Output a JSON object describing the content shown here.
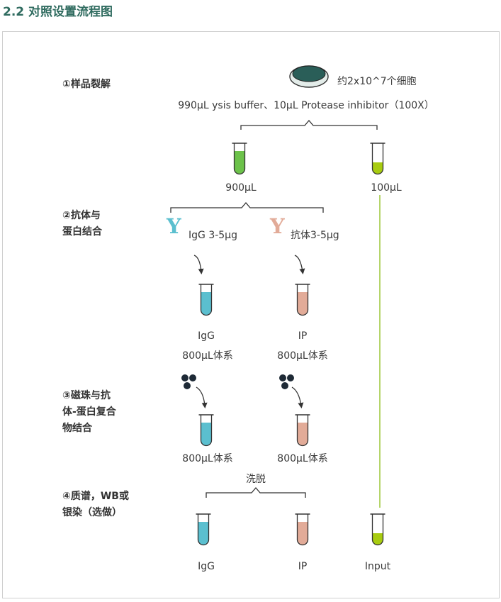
{
  "title": "2.2 对照设置流程图",
  "steps": {
    "s1": "①样品裂解",
    "s2a": "②抗体与",
    "s2b": "蛋白结合",
    "s3a": "③磁珠与抗",
    "s3b": "体-蛋白复合",
    "s3c": "物结合",
    "s4a": "④质谱，WB或",
    "s4b": "银染（选做）"
  },
  "labels": {
    "cells": "约2x10^7个细胞",
    "buffer": "990μL ysis buffer、10μL Protease inhibitor（100X）",
    "v900": "900μL",
    "v100": "100μL",
    "ab_glyph": "Y",
    "igg_ab": "IgG 3-5μg",
    "spec_ab": "抗体3-5μg",
    "igg": "IgG",
    "ip": "IP",
    "sys800": "800μL体系",
    "elute": "洗脱",
    "input": "Input"
  },
  "colors": {
    "dish": "#2a5e58",
    "green_tube": "#6cc24a",
    "lime_tube": "#a8cc10",
    "igg_tube": "#5bbfcf",
    "ip_tube": "#e2ab98",
    "igg_antibody": "#5bbfcf",
    "ip_antibody": "#e2ab98",
    "bead": "#1e2a36",
    "line_green": "#b5d56b"
  }
}
